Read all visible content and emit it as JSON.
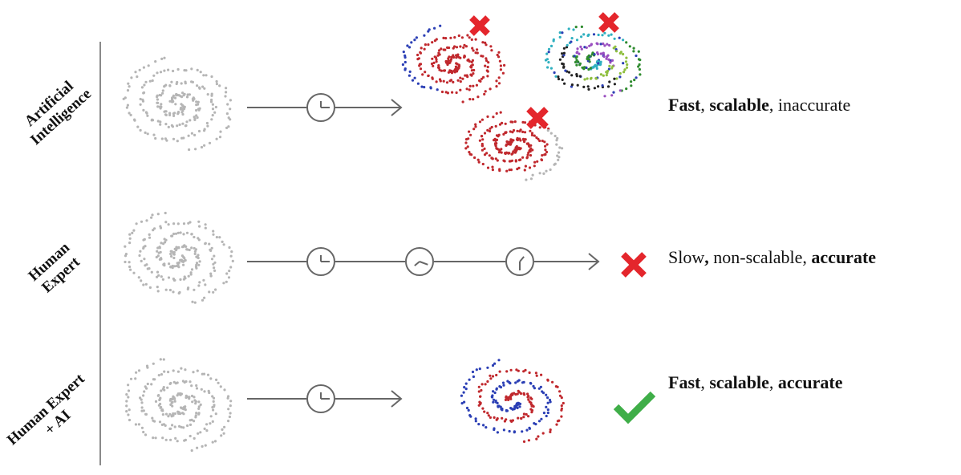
{
  "rows": [
    {
      "id": "ai",
      "label_lines": [
        "Artificial",
        "Intelligence"
      ],
      "description": [
        {
          "text": "Fast",
          "bold": true
        },
        {
          "text": ", ",
          "bold": false
        },
        {
          "text": "scalable",
          "bold": true
        },
        {
          "text": ", inaccurate",
          "bold": false
        }
      ],
      "clock_count": 1,
      "outcome": "cross"
    },
    {
      "id": "human",
      "label_lines": [
        "Human",
        "Expert"
      ],
      "description": [
        {
          "text": "Slow",
          "bold": false
        },
        {
          "text": ",",
          "bold": true
        },
        {
          "text": " non-scalable, ",
          "bold": false
        },
        {
          "text": "accurate",
          "bold": true
        }
      ],
      "clock_count": 3,
      "outcome": "cross"
    },
    {
      "id": "hybrid",
      "label_lines": [
        "Human Expert",
        "+ AI"
      ],
      "description": [
        {
          "text": "Fast",
          "bold": true
        },
        {
          "text": ", ",
          "bold": false
        },
        {
          "text": "scalable",
          "bold": true
        },
        {
          "text": ", ",
          "bold": false
        },
        {
          "text": "accurate",
          "bold": true
        }
      ],
      "clock_count": 1,
      "outcome": "check"
    }
  ],
  "colors": {
    "unlabeled_points": "#b5b5b5",
    "cluster_red": "#c0282d",
    "cluster_blue": "#2b3fb5",
    "connector": "#666666",
    "cross": "#e4262c",
    "check": "#3fae48",
    "divider": "#8a8a8a",
    "noisy_cluster_colors": [
      "#2fb0c0",
      "#2e8b2e",
      "#9a4fc0",
      "#8fbf3f",
      "#222222"
    ]
  },
  "icons": [
    "clock-icon",
    "arrow-icon",
    "cross-icon",
    "check-icon"
  ]
}
